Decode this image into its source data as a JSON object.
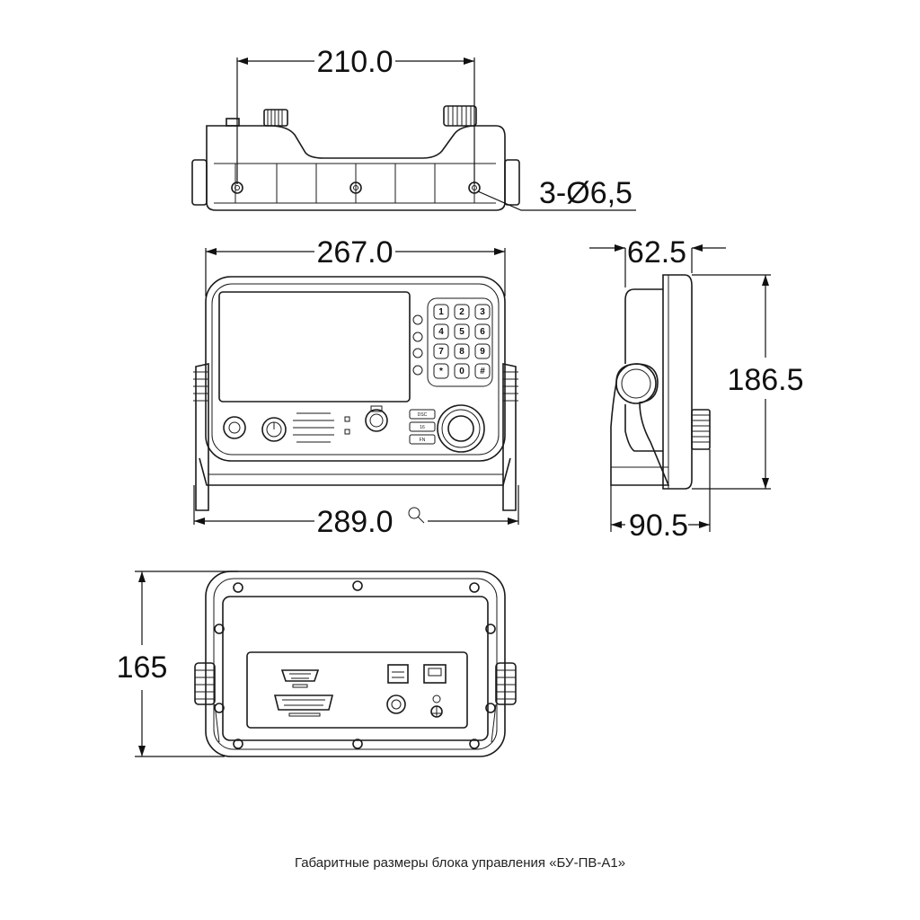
{
  "dimensions": {
    "top_width": "210.0",
    "holes": "3-Ø6,5",
    "front_width": "267.0",
    "overall_width": "289.0",
    "side_depth": "62.5",
    "side_height": "186.5",
    "side_total_depth": "90.5",
    "rear_height": "165"
  },
  "keypad": [
    "1",
    "2",
    "3",
    "4",
    "5",
    "6",
    "7",
    "8",
    "9",
    "*",
    "0",
    "#"
  ],
  "soft_keys": [
    "DSC",
    "16",
    "FN"
  ],
  "caption": "Габаритные размеры блока управления «БУ-ПВ-А1»"
}
